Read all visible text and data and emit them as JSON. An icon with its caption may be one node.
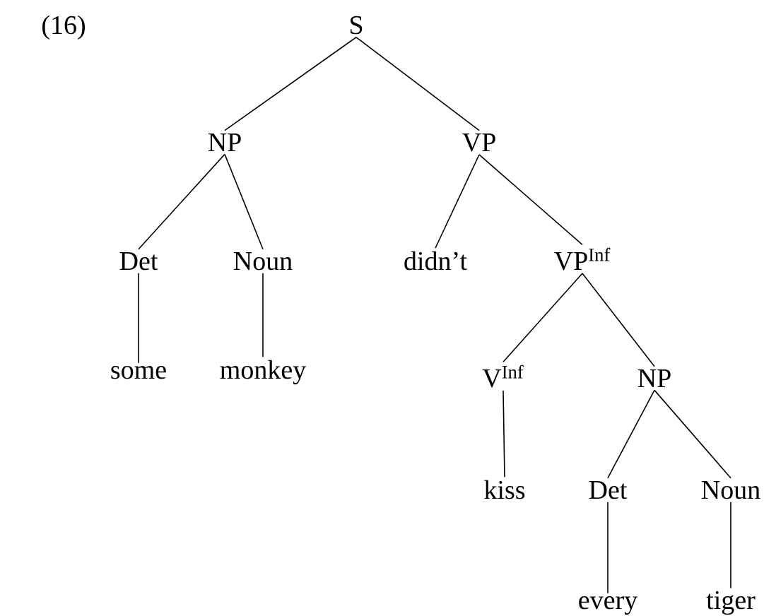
{
  "diagram": {
    "nodes": [
      {
        "text": [
          "S"
        ]
      },
      {
        "text": [
          "NP"
        ]
      },
      {
        "text": [
          "VP"
        ]
      },
      {
        "text": [
          "Det"
        ]
      },
      {
        "text": [
          "Noun"
        ]
      },
      {
        "text": [
          "didn’t"
        ]
      },
      {
        "text": [
          "VP$^{Inf}$"
        ]
      },
      {
        "text": [
          "some"
        ]
      },
      {
        "text": [
          "monkey"
        ]
      },
      {
        "text": [
          "V$^{Inf}$"
        ]
      },
      {
        "text": [
          "NP"
        ]
      },
      {
        "text": [
          "kiss"
        ]
      },
      {
        "text": [
          "Det"
        ]
      },
      {
        "text": [
          "Noun"
        ]
      },
      {
        "text": [
          "every"
        ]
      },
      {
        "text": [
          "tiger"
        ]
      }
    ],
    "edges": [
      {
        "from": 0,
        "to": 1,
        "arrow": "none"
      },
      {
        "from": 0,
        "to": 2,
        "arrow": "none"
      },
      {
        "from": 1,
        "to": 3,
        "arrow": "none"
      },
      {
        "from": 1,
        "to": 4,
        "arrow": "none"
      },
      {
        "from": 2,
        "to": 5,
        "arrow": "none"
      },
      {
        "from": 2,
        "to": 6,
        "arrow": "none"
      },
      {
        "from": 3,
        "to": 7,
        "arrow": "none"
      },
      {
        "from": 4,
        "to": 8,
        "arrow": "none"
      },
      {
        "from": 6,
        "to": 9,
        "arrow": "none"
      },
      {
        "from": 6,
        "to": 10,
        "arrow": "none"
      },
      {
        "from": 9,
        "to": 11,
        "arrow": "none"
      },
      {
        "from": 10,
        "to": 12,
        "arrow": "none"
      },
      {
        "from": 10,
        "to": 13,
        "arrow": "none"
      },
      {
        "from": 12,
        "to": 14,
        "arrow": "none"
      },
      {
        "from": 13,
        "to": 15,
        "arrow": "none"
      }
    ],
    "labels": [
      "(16)"
    ]
  }
}
